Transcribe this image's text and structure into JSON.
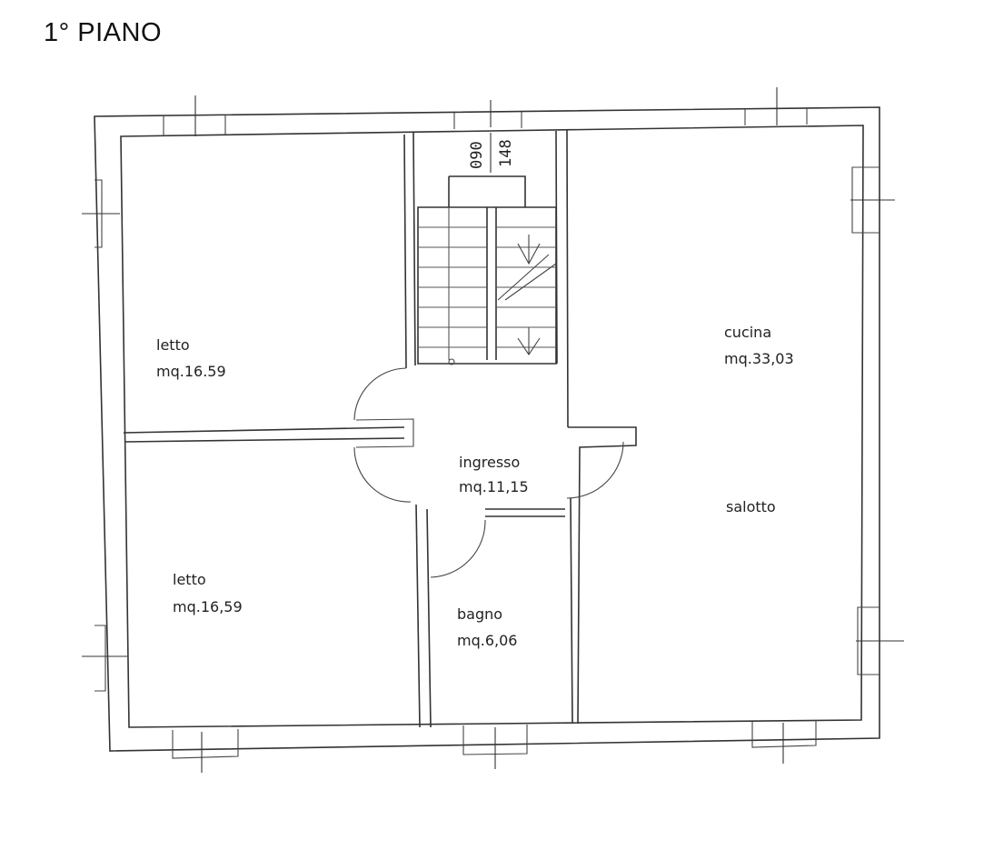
{
  "floor": {
    "title": "1° PIANO"
  },
  "rooms": [
    {
      "id": "letto-1",
      "name": "letto",
      "area": "mq.16.59"
    },
    {
      "id": "letto-2",
      "name": "letto",
      "area": "mq.16,59"
    },
    {
      "id": "ingresso",
      "name": "ingresso",
      "area": "mq.11,15"
    },
    {
      "id": "bagno",
      "name": "bagno",
      "area": "mq.6,06"
    },
    {
      "id": "cucina",
      "name": "cucina",
      "area": "mq.33,03"
    },
    {
      "id": "salotto",
      "name": "salotto",
      "area": ""
    }
  ],
  "stair_dimension": {
    "top": "090",
    "bottom": "148"
  }
}
